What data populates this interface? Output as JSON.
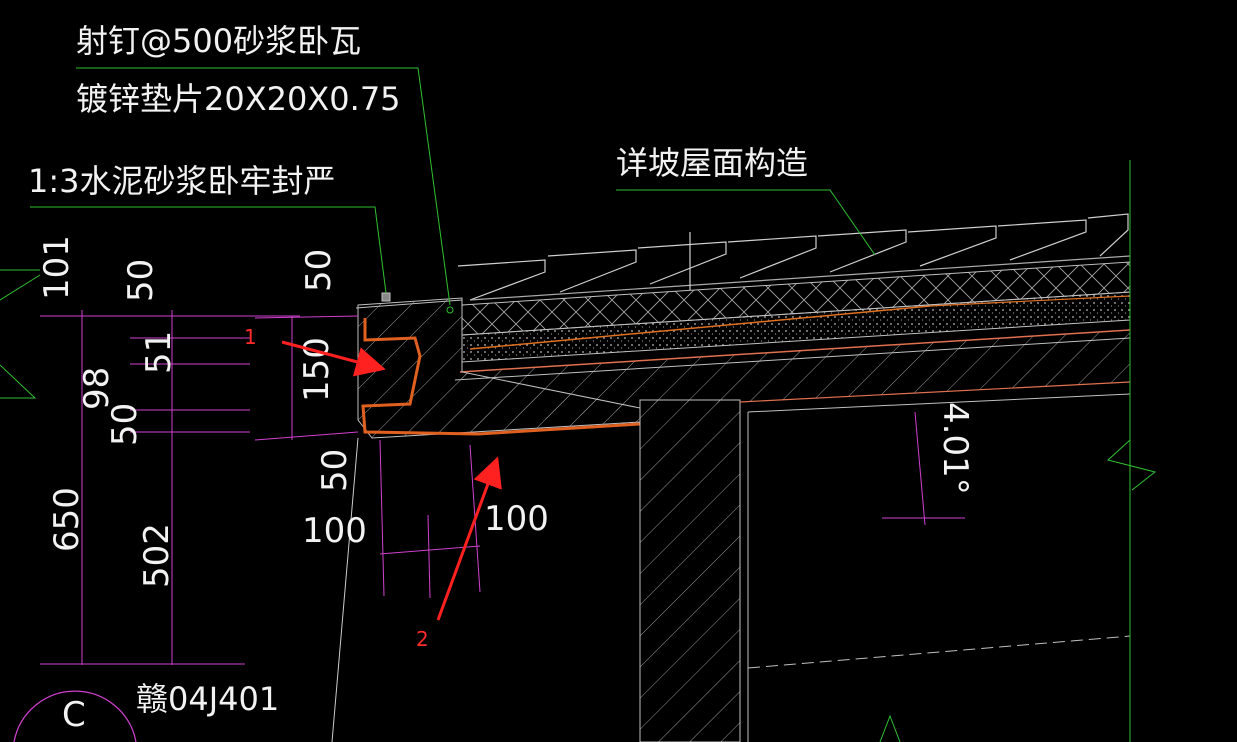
{
  "notes": {
    "nail": "射钉@500砂浆卧瓦",
    "washer": "镀锌垫片20X20X0.75",
    "mortar": "1:3水泥砂浆卧牢封严",
    "slope_roof": "详坡屋面构造"
  },
  "dimensions": {
    "d101": "101",
    "d50_left": "50",
    "d50_top": "50",
    "d51": "51",
    "d98": "98",
    "d50_mid": "50",
    "d150": "150",
    "d50_bottom": "50",
    "d100_left": "100",
    "d100_right": "100",
    "d650": "650",
    "d502": "502",
    "slope": "4.01°"
  },
  "reference": "赣04J401",
  "circle_label": "C",
  "markers": {
    "m1": "1",
    "m2": "2"
  },
  "colors": {
    "background": "#000000",
    "dimension_lines": "#d040d0",
    "leader_lines": "#30c030",
    "red_markup": "#ff2020",
    "orange_outline": "#e06020",
    "structure": "#c0c0c0",
    "text": "#f2f2f2"
  }
}
